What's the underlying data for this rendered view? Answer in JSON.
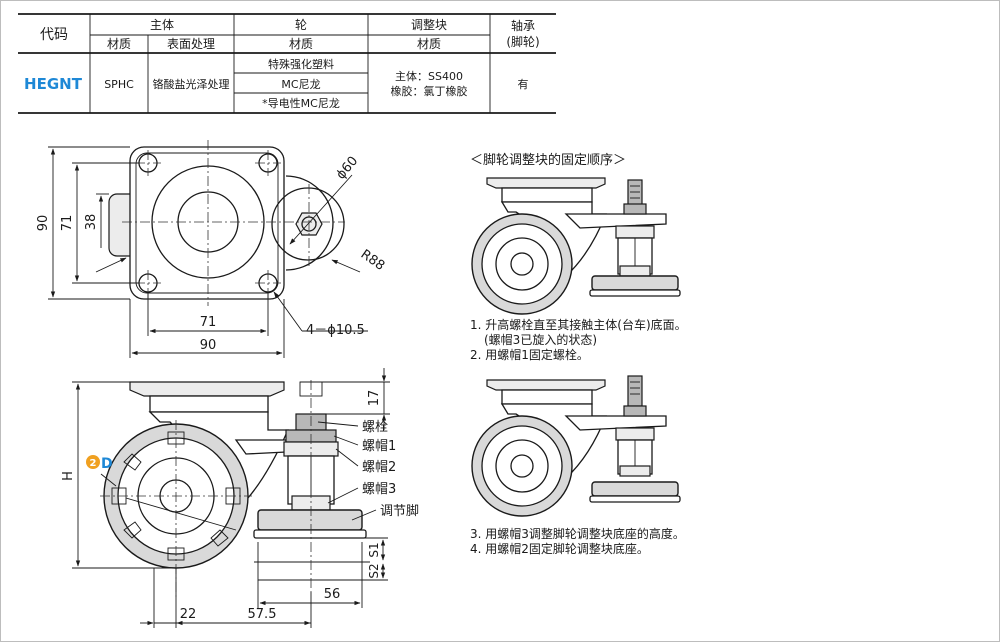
{
  "table": {
    "header": {
      "code": "代码",
      "main_body": "主体",
      "wheel": "轮",
      "adjuster": "调整块",
      "bearing_line1": "轴承",
      "bearing_line2": "(脚轮)",
      "material": "材质",
      "surface": "表面处理"
    },
    "row": {
      "code": "HEGNT",
      "body_material": "SPHC",
      "surface": "铬酸盐光泽处理",
      "wheel_materials": [
        "特殊强化塑料",
        "MC尼龙",
        "*导电性MC尼龙"
      ],
      "adjuster_line1": "主体：SS400",
      "adjuster_line2": "橡胶：氯丁橡胶",
      "bearing": "有"
    }
  },
  "top_view": {
    "dim_90_vertical": "90",
    "dim_71_vertical": "71",
    "dim_38": "38",
    "dim_71_horizontal": "71",
    "dim_90_horizontal": "90",
    "dim_phi60": "ϕ60",
    "dim_r88": "R88",
    "holes": "4－ϕ10.5"
  },
  "side_view": {
    "dim_h": "H",
    "dim_17": "17",
    "dim_22": "22",
    "dim_57_5": "57.5",
    "dim_56": "56",
    "dim_s1": "S1",
    "dim_s2": "S2",
    "badge_number": "2",
    "badge_letter": "D",
    "labels": [
      "螺栓",
      "螺帽1",
      "螺帽2",
      "螺帽3",
      "调节脚"
    ]
  },
  "procedure": {
    "title": "＜脚轮调整块的固定顺序＞",
    "step1": "1. 升高螺栓直至其接触主体(台车)底面。",
    "step1_note": "(螺帽3已旋入的状态)",
    "step2": "2. 用螺帽1固定螺栓。",
    "step3": "3. 用螺帽3调整脚轮调整块底座的高度。",
    "step4": "4. 用螺帽2固定脚轮调整块底座。"
  },
  "colors": {
    "badge_orange": "#f0a020",
    "code_blue": "#1e88d6",
    "part_grey": "#d9d9d9"
  }
}
